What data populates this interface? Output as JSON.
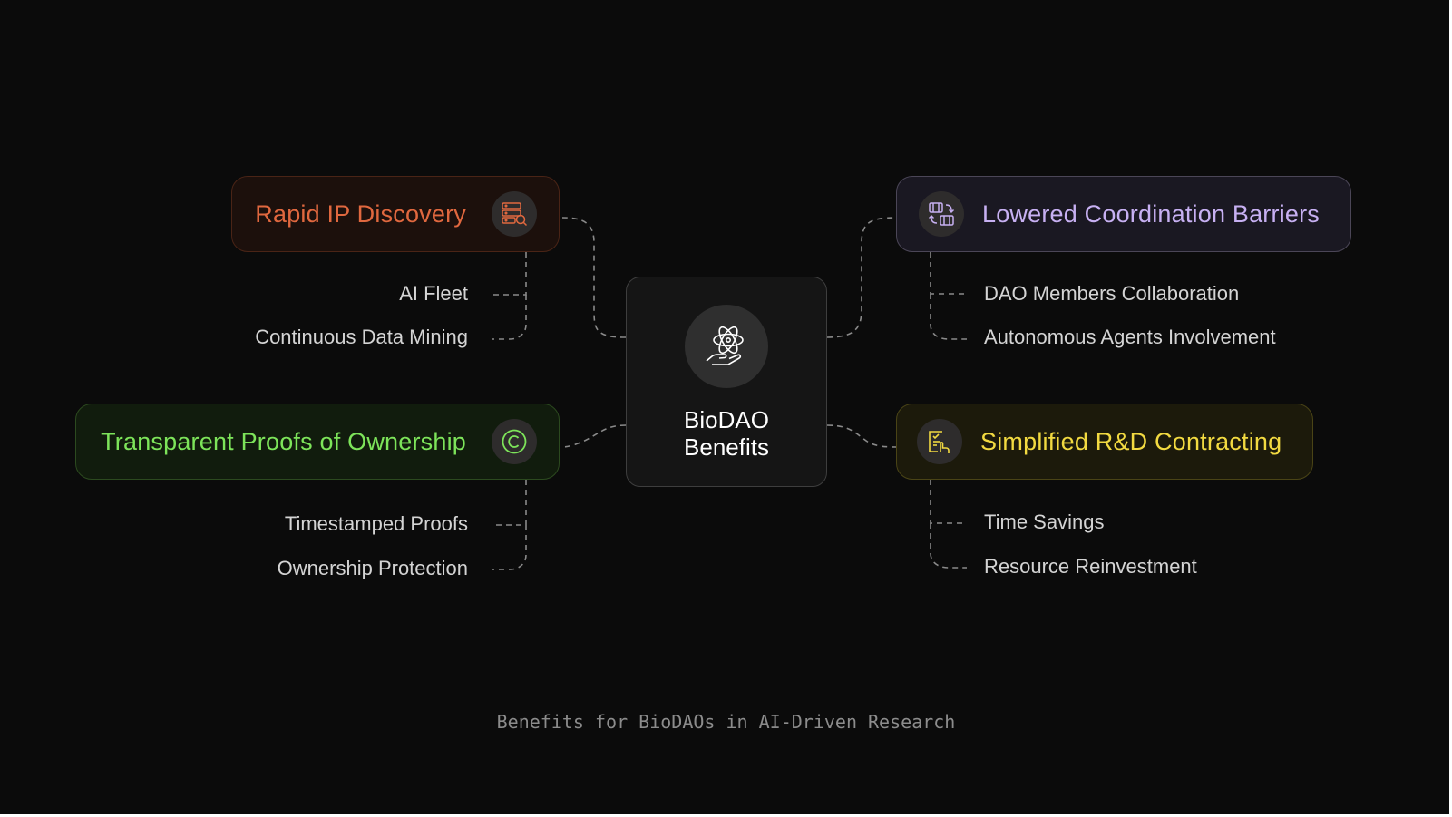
{
  "center": {
    "line1": "BioDAO",
    "line2": "Benefits",
    "icon": "atom-hand-icon"
  },
  "branches": {
    "rapid": {
      "title": "Rapid IP Discovery",
      "icon": "database-search-icon",
      "color": "#e0683f",
      "items": [
        "AI Fleet",
        "Continuous Data Mining"
      ]
    },
    "transparent": {
      "title": "Transparent Proofs of Ownership",
      "icon": "copyright-icon",
      "color": "#7de45a",
      "items": [
        "Timestamped Proofs",
        "Ownership Protection"
      ]
    },
    "lowered": {
      "title": "Lowered Coordination Barriers",
      "icon": "exchange-boxes-icon",
      "color": "#c7b0f2",
      "items": [
        "DAO Members Collaboration",
        "Autonomous Agents Involvement"
      ]
    },
    "simplified": {
      "title": "Simplified R&D Contracting",
      "icon": "contract-sign-icon",
      "color": "#f2da41",
      "items": [
        "Time Savings",
        "Resource Reinvestment"
      ]
    }
  },
  "caption": "Benefits for BioDAOs in AI-Driven Research"
}
